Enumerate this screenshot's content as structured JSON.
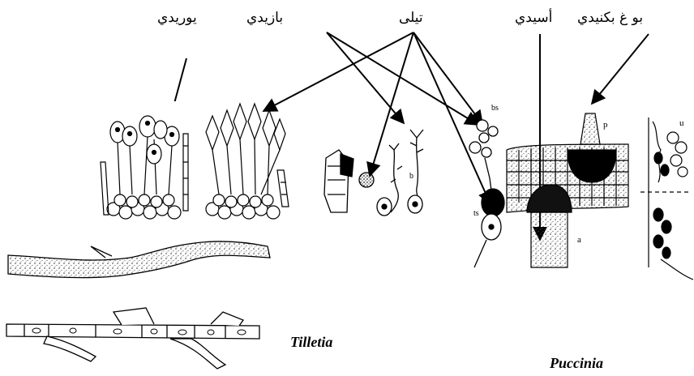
{
  "labels": {
    "urediospore": "يوريدي",
    "basidium": "بازيدي",
    "teliospore": "تيلى",
    "aecidium": "أسيدي",
    "pycnidiospore": "بو غ بكنيدي"
  },
  "genera": {
    "tilletia": "Tilletia",
    "puccinia": "Puccinia"
  },
  "figure_letters": {
    "bs": "bs",
    "p": "p",
    "u": "u",
    "a": "a",
    "b": "b",
    "ts": "ts"
  },
  "colors": {
    "ink": "#000000",
    "stipple": "#444444",
    "paper": "#ffffff"
  }
}
